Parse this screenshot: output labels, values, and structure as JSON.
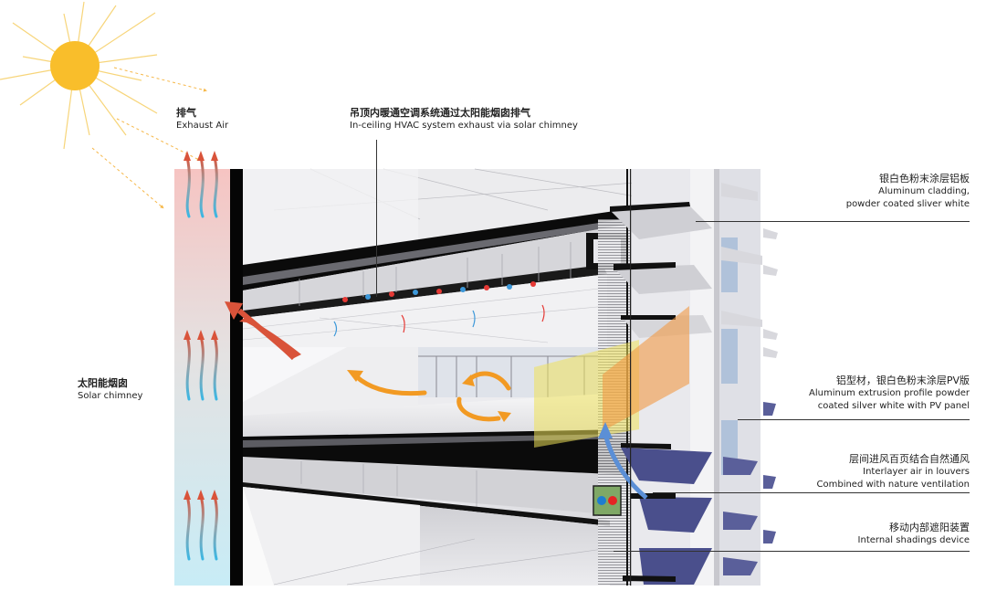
{
  "diagram": {
    "type": "architectural-section",
    "subject": "Double-skin facade with solar chimney ventilation"
  },
  "labels": {
    "exhaust_air": {
      "cn": "排气",
      "en": "Exhaust Air"
    },
    "hvac": {
      "cn": "吊顶内暖通空调系统通过太阳能烟囱排气",
      "en": "In-ceiling HVAC system exhaust via solar chimney"
    },
    "solar_chimney": {
      "cn": "太阳能烟囱",
      "en": "Solar chimney"
    },
    "cladding": {
      "cn": "银白色粉末涂层铝板",
      "en1": "Aluminum cladding,",
      "en2": "powder coated sliver white"
    },
    "extrusion": {
      "cn": "铝型材，银白色粉末涂层PV版",
      "en1": "Aluminum extrusion profile powder",
      "en2": "coated silver white with PV panel"
    },
    "louvers": {
      "cn": "层间进风百页结合自然通风",
      "en1": "Interlayer air in louvers",
      "en2": "Combined with nature ventilation"
    },
    "shading": {
      "cn": "移动内部遮阳装置",
      "en": "Internal shadings device"
    }
  },
  "colors": {
    "sun": "#F9BE2B",
    "sun_rays": "#F7D57A",
    "chimney_top": "#F6C4C2",
    "chimney_bottom": "#C8ECF6",
    "hot_arrow": "#D9533A",
    "cold_arrow": "#3BB7E3",
    "orange_arrow": "#F29A23",
    "blue_arrow": "#5B8FD6",
    "pv_panel": "#4A4F8C",
    "structure": "#111111",
    "hvac_box": "#7FA866"
  }
}
